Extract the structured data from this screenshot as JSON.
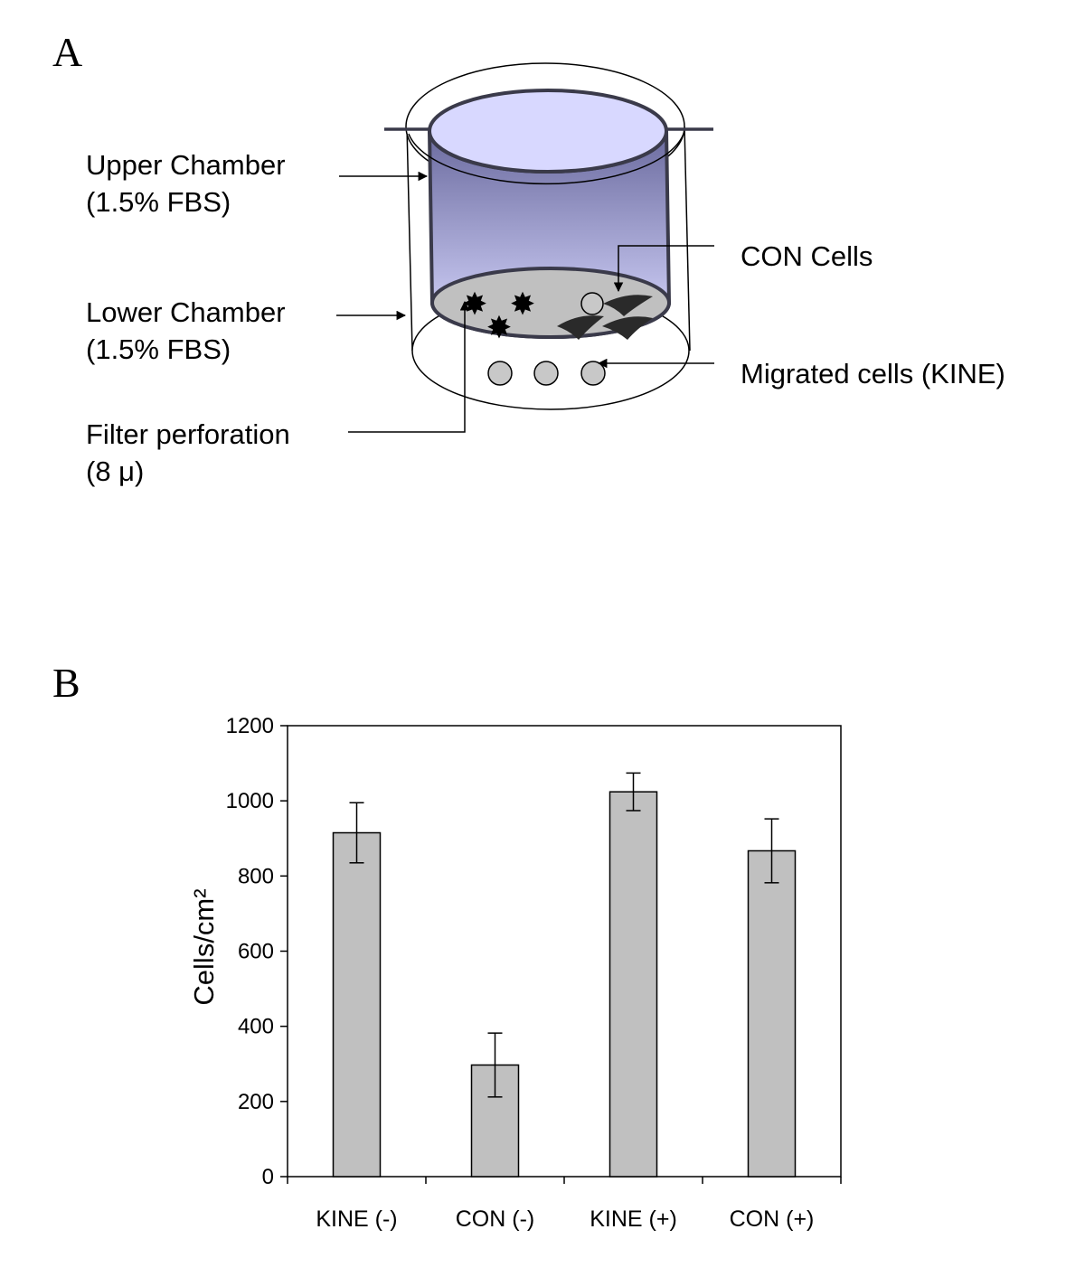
{
  "panel_a": {
    "panel_label": "A",
    "upper_chamber": {
      "line1": "Upper Chamber",
      "line2": "(1.5% FBS)"
    },
    "lower_chamber": {
      "line1": "Lower Chamber",
      "line2": "(1.5% FBS)"
    },
    "filter": {
      "line1": "Filter perforation",
      "line2": "(8 μ)"
    },
    "con_cells": "CON Cells",
    "migrated_cells": "Migrated cells (KINE)",
    "colors": {
      "chamber_fill_top": "#d8d8ff",
      "chamber_fill_bottom": "#6a6a9e",
      "filter": "#c0c0c0",
      "cell": "#c8c8c8"
    }
  },
  "panel_b": {
    "panel_label": "B"
  },
  "chart_data": {
    "type": "bar",
    "categories": [
      "KINE (-)",
      "CON (-)",
      "KINE (+)",
      "CON (+)"
    ],
    "values": [
      915,
      297,
      1024,
      867
    ],
    "errors": [
      80,
      85,
      50,
      85
    ],
    "ylabel": "Cells/cm²",
    "ylim": [
      0,
      1200
    ],
    "yticks": [
      0,
      200,
      400,
      600,
      800,
      1000,
      1200
    ],
    "grid": false,
    "bar_color": "#c0c0c0"
  }
}
